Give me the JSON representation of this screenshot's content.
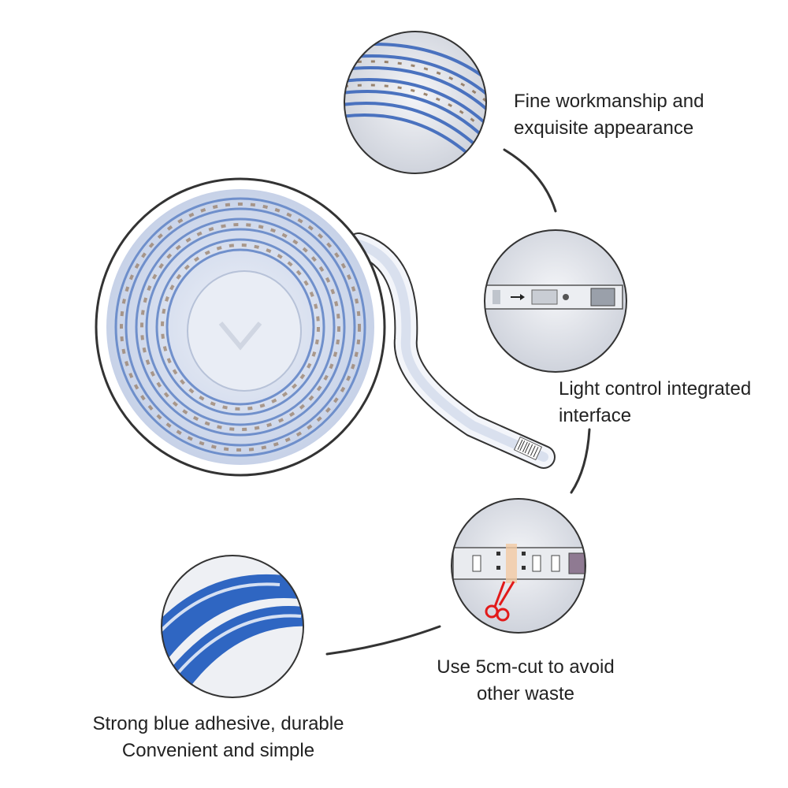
{
  "features": [
    {
      "id": "workmanship",
      "lines": [
        "Fine workmanship and",
        "exquisite appearance"
      ]
    },
    {
      "id": "interface",
      "lines": [
        "Light control integrated",
        "interface"
      ]
    },
    {
      "id": "cut",
      "lines": [
        "Use 5cm-cut to avoid",
        "other waste"
      ]
    },
    {
      "id": "adhesive",
      "lines": [
        "Strong blue adhesive, durable",
        "Convenient and simple"
      ]
    }
  ],
  "colors": {
    "strip_blue": "#5f83c6",
    "adhesive_blue": "#2f66c2",
    "cut_mark_red": "#e21a1a",
    "connector_line": "#333333"
  },
  "icons": [
    "scissors-icon",
    "arrow-icon"
  ]
}
